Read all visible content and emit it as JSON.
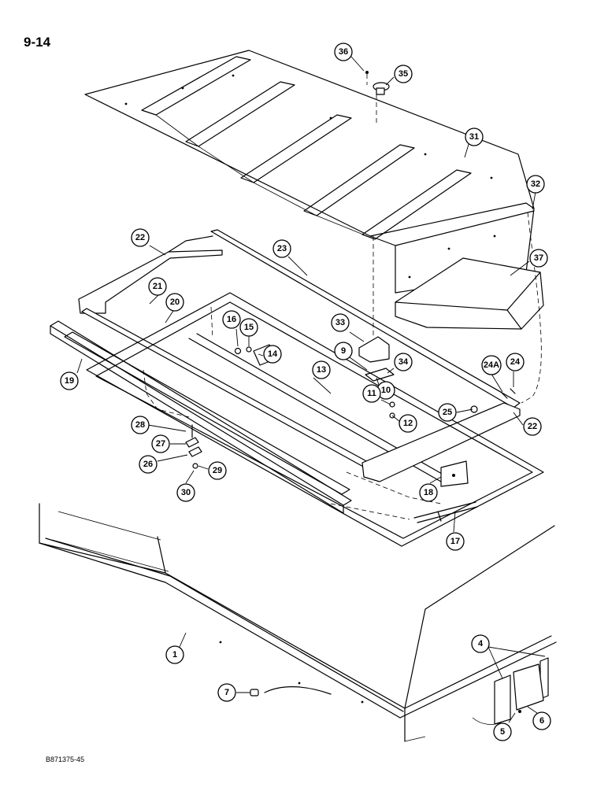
{
  "page": {
    "number": "9-14",
    "drawing_code": "B871375-45"
  },
  "callouts": [
    {
      "id": "c36",
      "label": "36"
    },
    {
      "id": "c35",
      "label": "35"
    },
    {
      "id": "c31",
      "label": "31"
    },
    {
      "id": "c32",
      "label": "32"
    },
    {
      "id": "c37",
      "label": "37"
    },
    {
      "id": "c22a",
      "label": "22"
    },
    {
      "id": "c23",
      "label": "23"
    },
    {
      "id": "c21",
      "label": "21"
    },
    {
      "id": "c20",
      "label": "20"
    },
    {
      "id": "c16",
      "label": "16"
    },
    {
      "id": "c15",
      "label": "15"
    },
    {
      "id": "c14",
      "label": "14"
    },
    {
      "id": "c33",
      "label": "33"
    },
    {
      "id": "c9",
      "label": "9"
    },
    {
      "id": "c34",
      "label": "34"
    },
    {
      "id": "c10",
      "label": "10"
    },
    {
      "id": "c13",
      "label": "13"
    },
    {
      "id": "c11",
      "label": "11"
    },
    {
      "id": "c12",
      "label": "12"
    },
    {
      "id": "c24a",
      "label": "24A"
    },
    {
      "id": "c24",
      "label": "24"
    },
    {
      "id": "c25",
      "label": "25"
    },
    {
      "id": "c22b",
      "label": "22"
    },
    {
      "id": "c19",
      "label": "19"
    },
    {
      "id": "c28",
      "label": "28"
    },
    {
      "id": "c27",
      "label": "27"
    },
    {
      "id": "c26",
      "label": "26"
    },
    {
      "id": "c29",
      "label": "29"
    },
    {
      "id": "c30",
      "label": "30"
    },
    {
      "id": "c18",
      "label": "18"
    },
    {
      "id": "c17",
      "label": "17"
    },
    {
      "id": "c1",
      "label": "1"
    },
    {
      "id": "c4",
      "label": "4"
    },
    {
      "id": "c7",
      "label": "7"
    },
    {
      "id": "c6",
      "label": "6"
    },
    {
      "id": "c5",
      "label": "5"
    }
  ]
}
